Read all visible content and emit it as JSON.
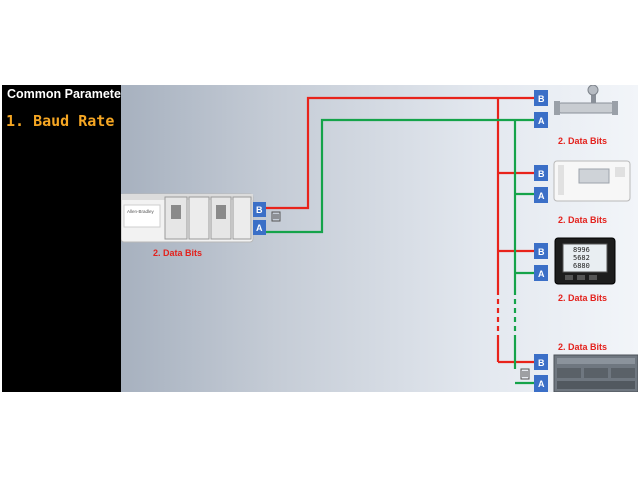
{
  "left_panel": {
    "header": "Common Parameter",
    "item": "1. Baud Rate"
  },
  "diagram": {
    "master_label": "2. Data Bits",
    "device_labels": [
      "2. Data Bits",
      "2. Data Bits",
      "2. Data Bits",
      "2. Data Bits"
    ],
    "port_b": "B",
    "port_a": "A",
    "plc_brand": "Allen-Bradley",
    "meter_readings": [
      "8996",
      "5682",
      "6880"
    ],
    "colors": {
      "line_b": "#e8231b",
      "line_a": "#15a34a",
      "port": "#3b6fc7",
      "label": "#e3211c",
      "param_item": "#f5a623"
    }
  }
}
